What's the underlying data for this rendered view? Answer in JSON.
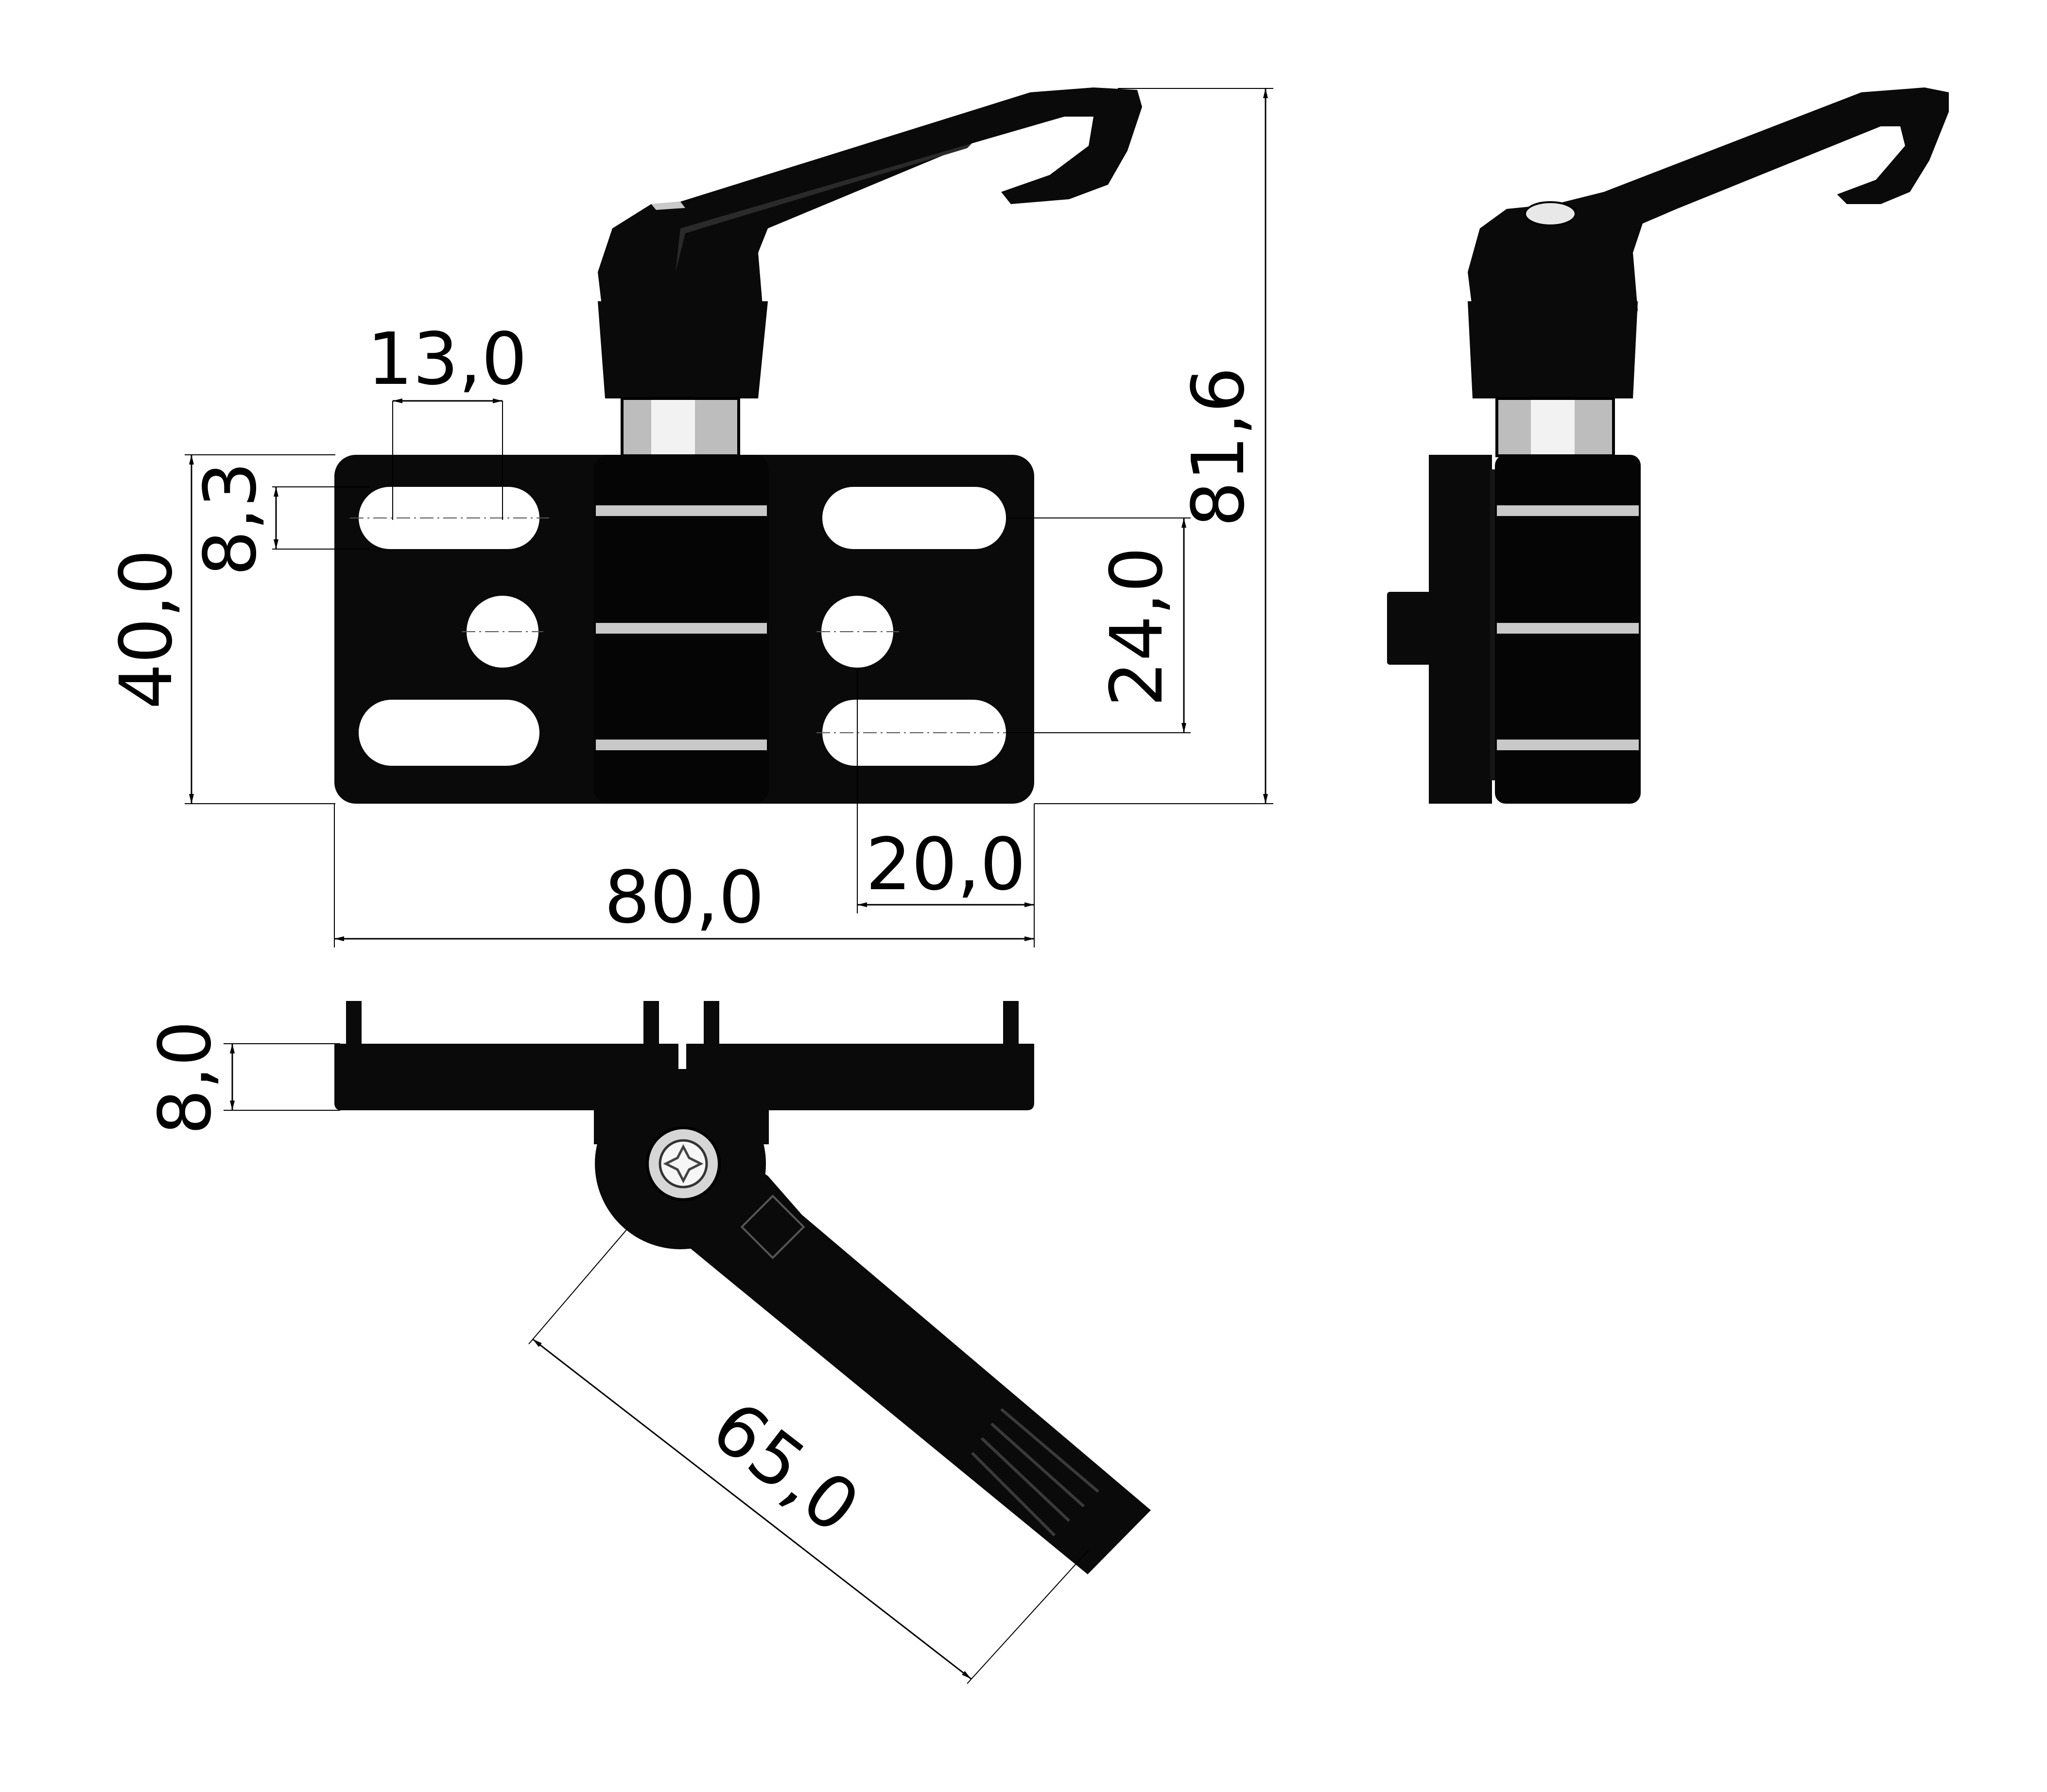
{
  "drawing": {
    "background": "#ffffff",
    "part_color": "#0a0a0a",
    "highlight_color": "#c9c9c9",
    "dimensions": {
      "slot_length": "13,0",
      "slot_width": "8,3",
      "plate_height": "40,0",
      "total_height": "81,6",
      "hole_spacing": "24,0",
      "edge_offset": "20,0",
      "plate_width": "80,0",
      "plate_thickness": "8,0",
      "lever_length": "65,0"
    },
    "views": [
      "front-view",
      "side-view",
      "top-view"
    ]
  }
}
